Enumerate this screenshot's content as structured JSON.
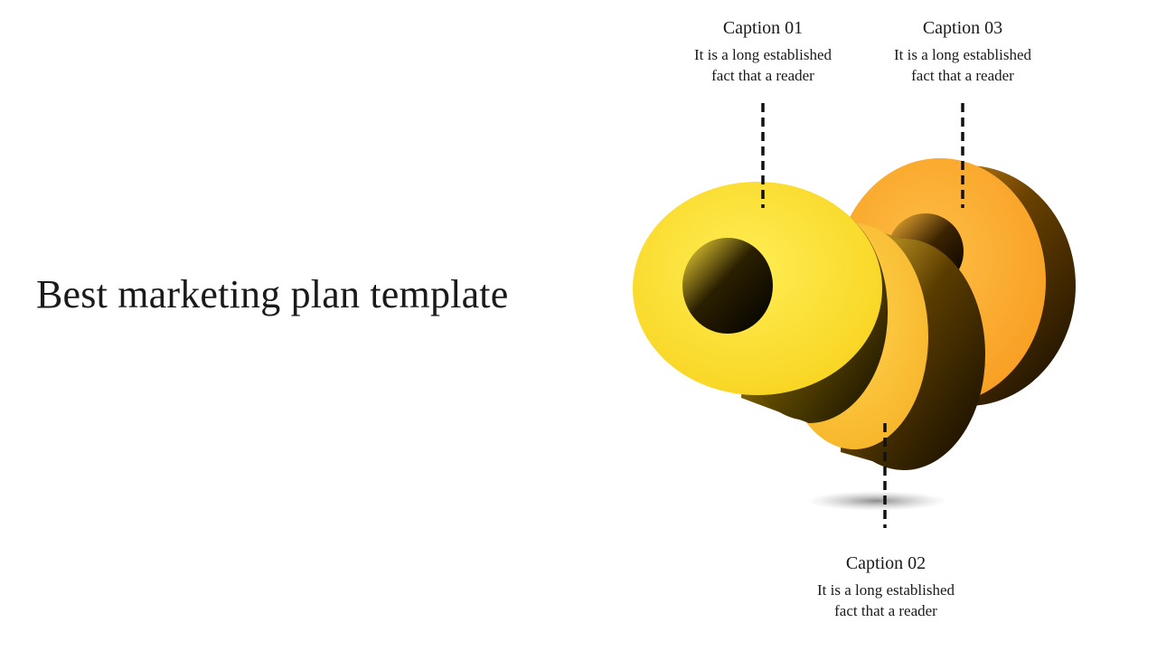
{
  "slide": {
    "title": "Best marketing plan template"
  },
  "captions": [
    {
      "id": "caption-01",
      "title": "Caption 01",
      "text_line1": "It is a long established",
      "text_line2": "fact that a reader"
    },
    {
      "id": "caption-02",
      "title": "Caption 02",
      "text_line1": "It is a long established",
      "text_line2": "fact that a reader"
    },
    {
      "id": "caption-03",
      "title": "Caption 03",
      "text_line1": "It is a long established",
      "text_line2": "fact that a reader"
    }
  ],
  "colors": {
    "ring_front": "#FFE234",
    "ring_middle": "#FFC62E",
    "ring_back": "#FFA82A",
    "shadow_dark": "#1a1200",
    "connector": "#111111"
  }
}
